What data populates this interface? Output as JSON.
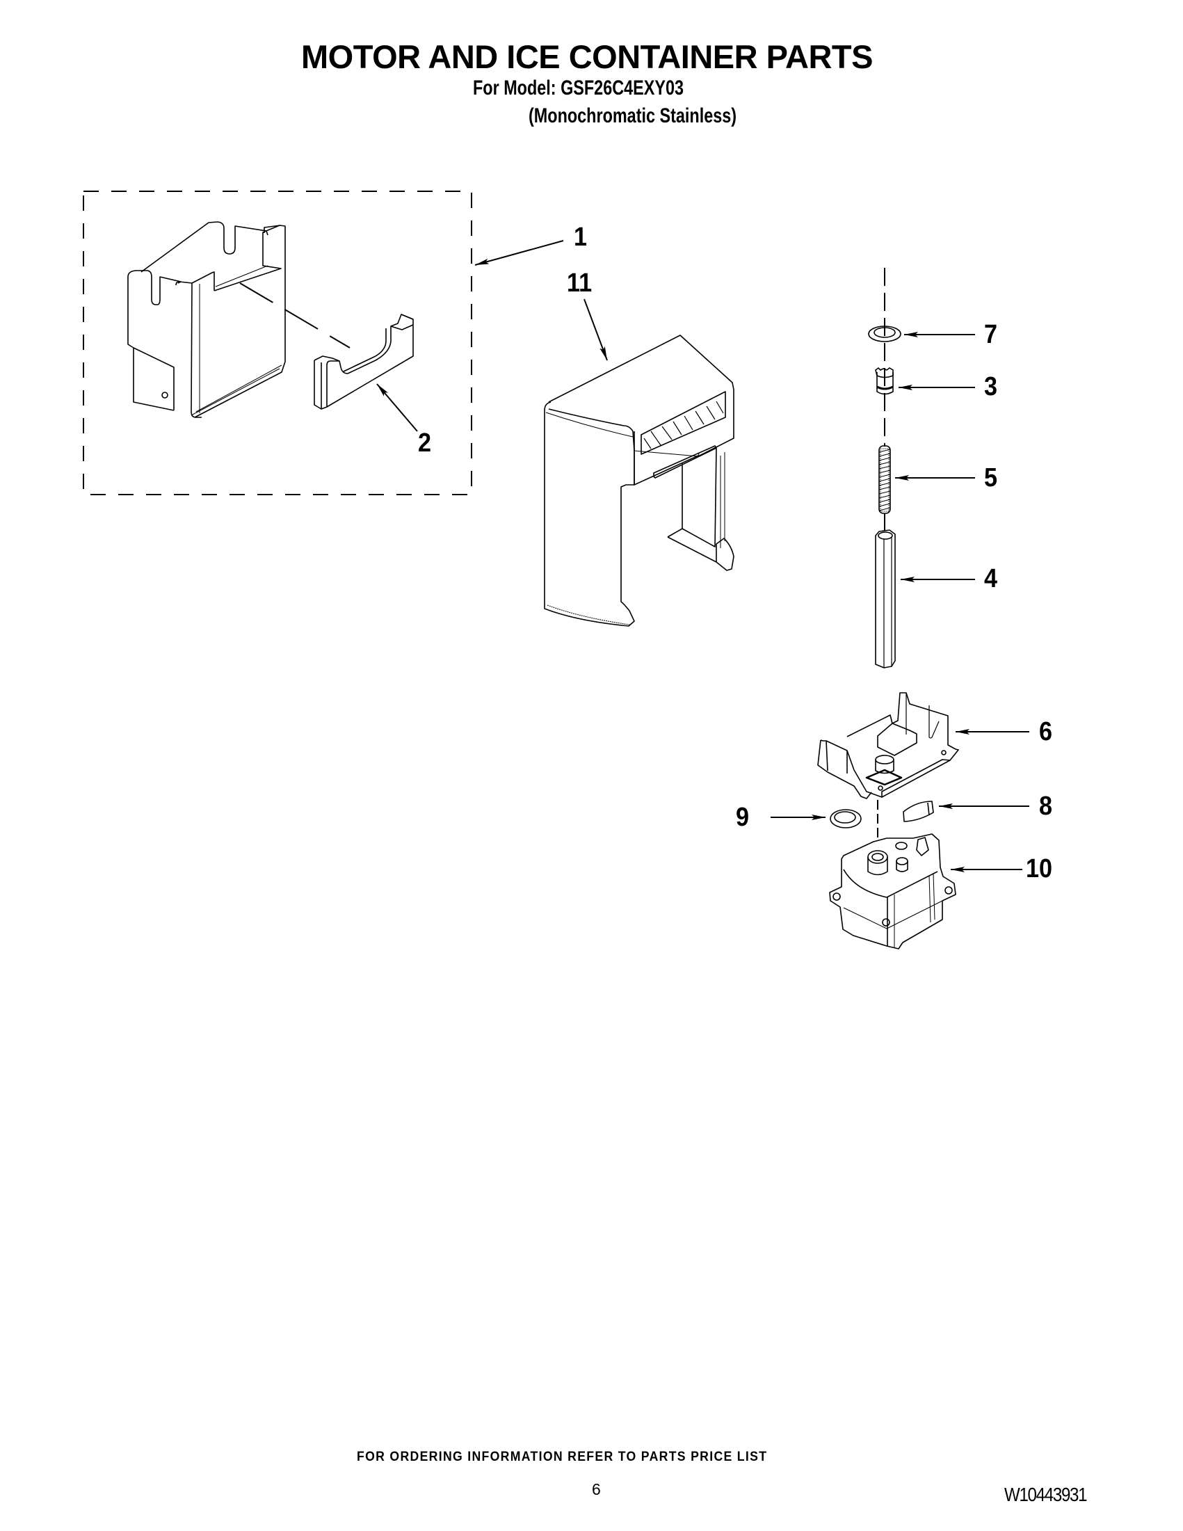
{
  "header": {
    "title": "MOTOR AND ICE CONTAINER PARTS",
    "model_line": "For Model: GSF26C4EXY03",
    "variant_line": "(Monochromatic Stainless)"
  },
  "diagram": {
    "callouts": [
      {
        "number": "1",
        "part": "ice-container-assembly"
      },
      {
        "number": "2",
        "part": "ice-container-front-bracket"
      },
      {
        "number": "3",
        "part": "auger-coupler"
      },
      {
        "number": "4",
        "part": "auger-drive-shaft"
      },
      {
        "number": "5",
        "part": "spring"
      },
      {
        "number": "6",
        "part": "motor-mounting-bracket"
      },
      {
        "number": "7",
        "part": "washer"
      },
      {
        "number": "8",
        "part": "insulator-pad"
      },
      {
        "number": "9",
        "part": "grommet"
      },
      {
        "number": "10",
        "part": "auger-motor"
      },
      {
        "number": "11",
        "part": "dispenser-shroud"
      }
    ],
    "colors": {
      "ink": "#000000",
      "paper": "#ffffff"
    }
  },
  "footer": {
    "ordering_note": "FOR ORDERING INFORMATION REFER TO PARTS PRICE LIST",
    "page_number": "6",
    "document_number": "W10443931"
  }
}
